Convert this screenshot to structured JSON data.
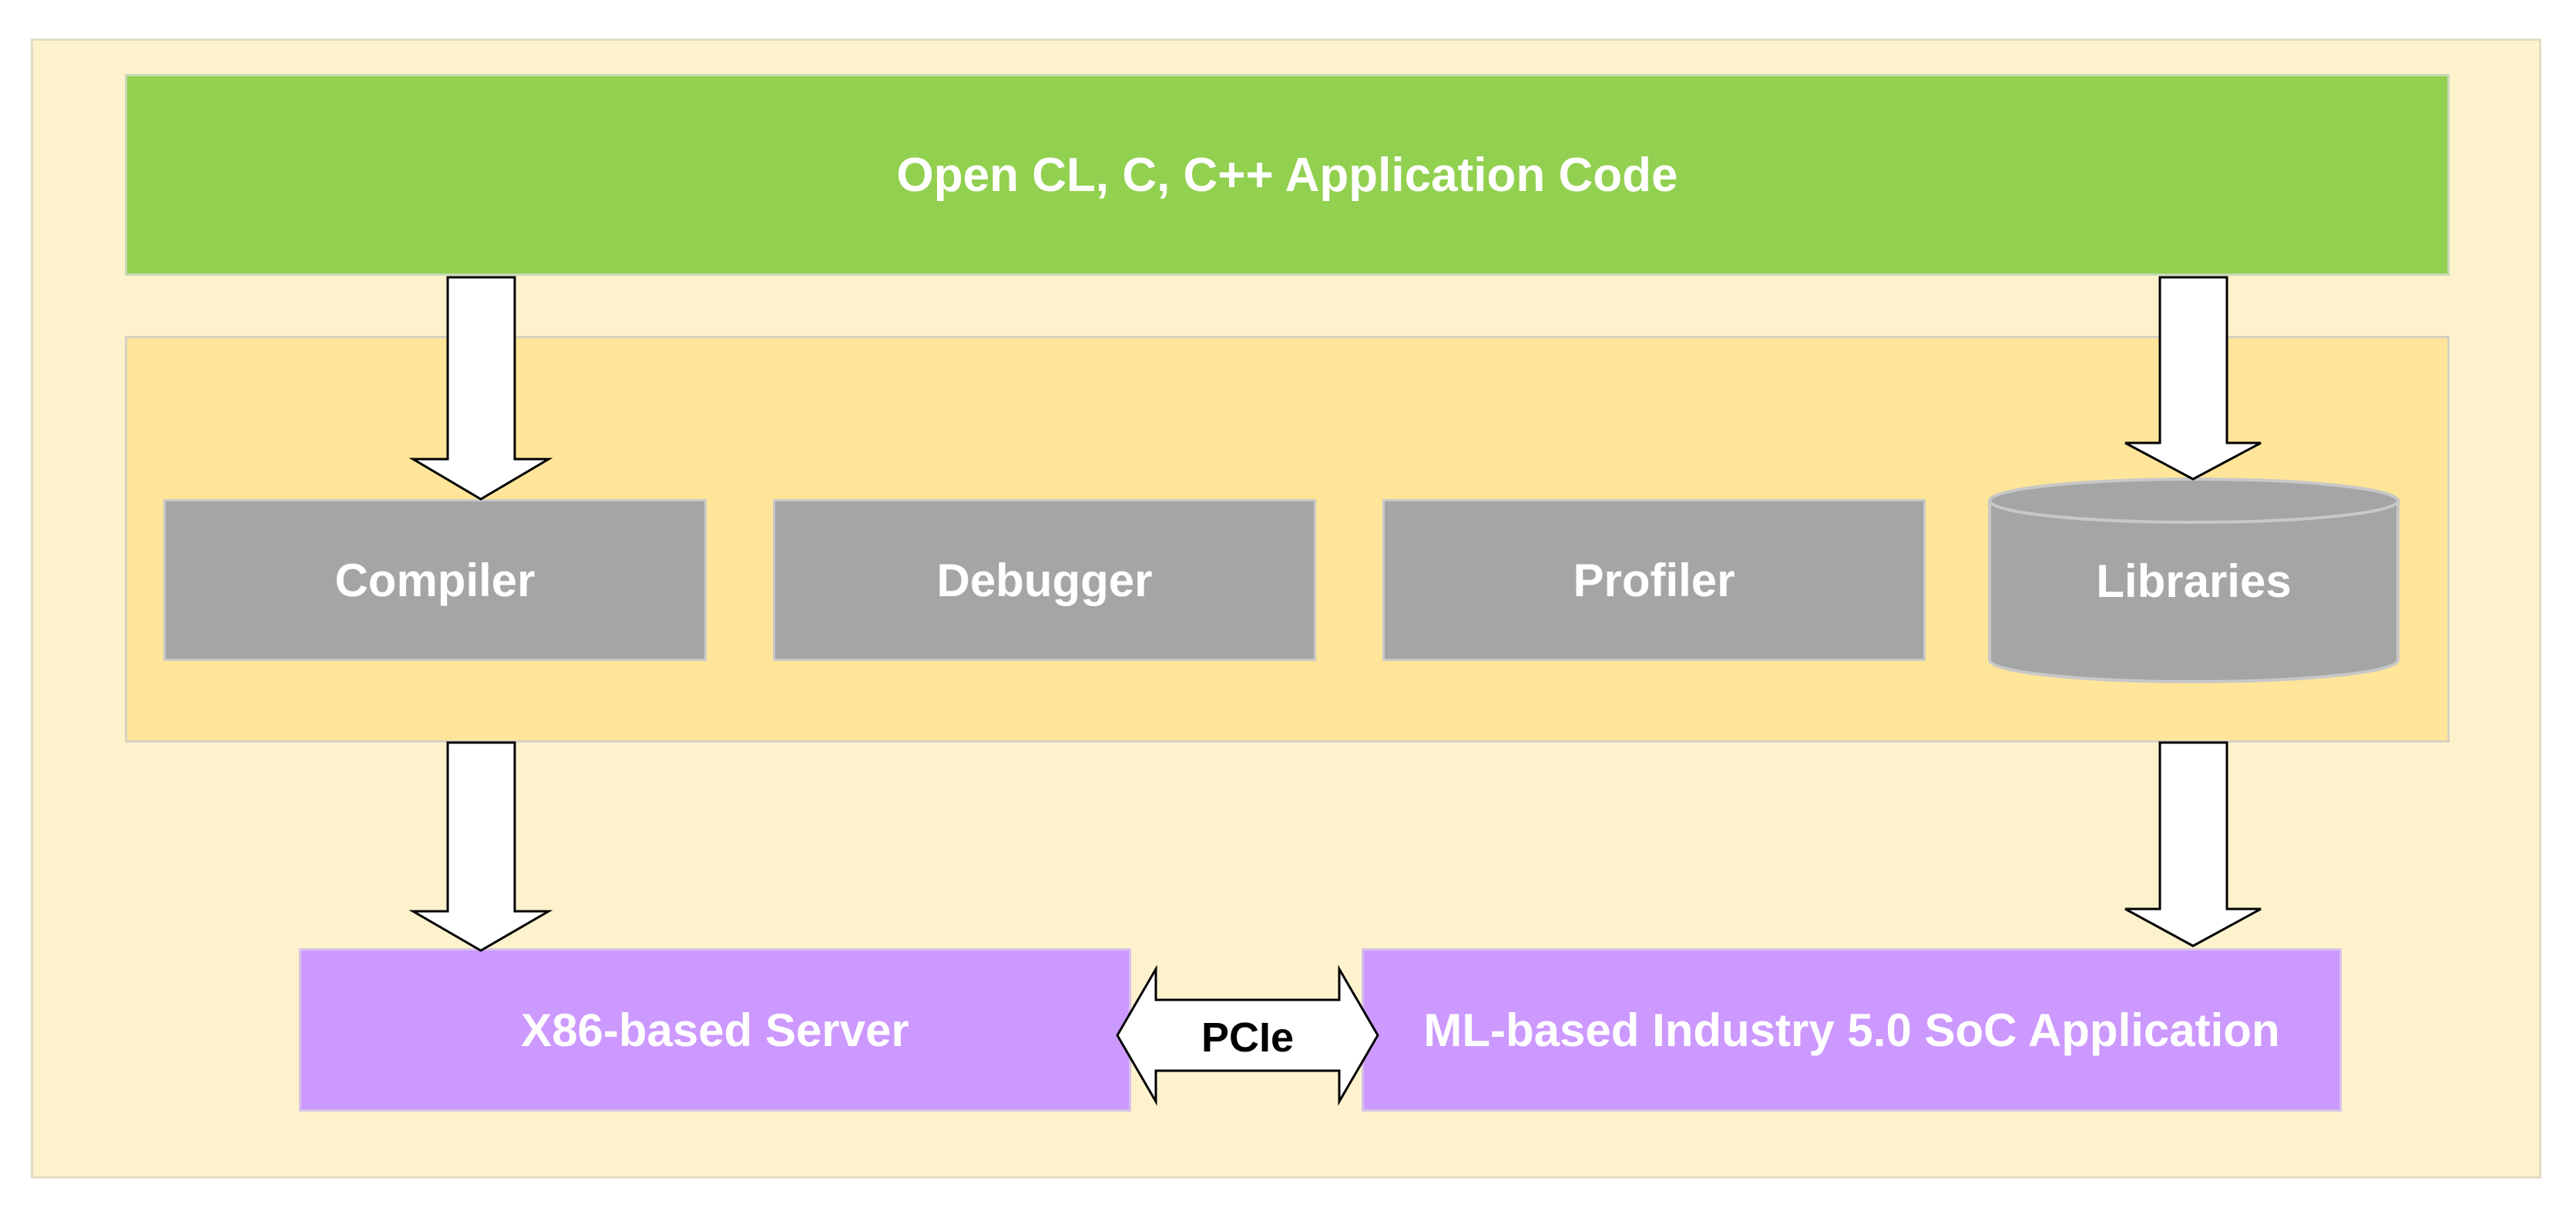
{
  "diagram": {
    "application_code": "Open CL, C, C++ Application Code",
    "tools": {
      "compiler": "Compiler",
      "debugger": "Debugger",
      "profiler": "Profiler",
      "libraries": "Libraries"
    },
    "server": "X86-based Server",
    "interconnect": "PCIe",
    "soc_application": "ML-based Industry 5.0 SoC Application"
  },
  "colors": {
    "frame_background": "#fef2cc",
    "application_code_fill": "#92d050",
    "toolchain_fill": "#ffe599",
    "tool_fill": "#a5a5a5",
    "target_fill": "#cc99ff",
    "arrow_fill": "#ffffff",
    "arrow_stroke": "#000000"
  }
}
